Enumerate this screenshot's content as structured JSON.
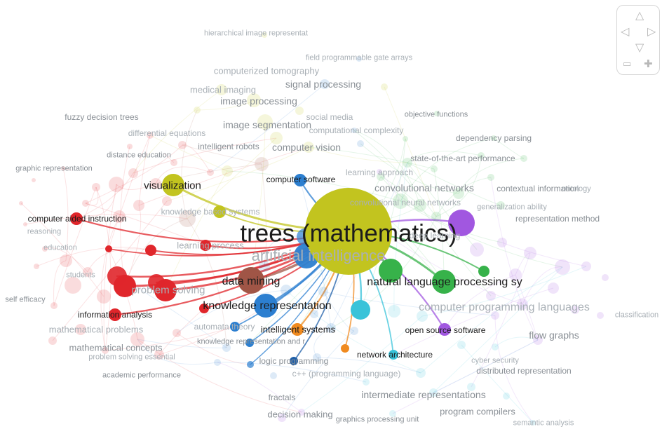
{
  "colors": {
    "red": "#e0262b",
    "yellow": "#c2c41f",
    "blue": "#2c7fd0",
    "green": "#37b24a",
    "cyan": "#39c3d9",
    "purple": "#a157e0",
    "brown": "#a05546",
    "orange": "#f08a1f",
    "navy": "#1f5fa8"
  },
  "network": {
    "labels": {
      "hierarchical": "hierarchical image representat",
      "fpga": "field programmable gate arrays",
      "ct": "computerized tomography",
      "signal": "signal processing",
      "medical": "medical imaging",
      "imageproc": "image processing",
      "fuzzy": "fuzzy decision trees",
      "objective": "objective functions",
      "socialmedia": "social media",
      "differential": "differential equations",
      "imageseg": "image segmentation",
      "complexity": "computational complexity",
      "dependency": "dependency parsing",
      "robots": "intelligent robots",
      "cv": "computer vision",
      "distance": "distance education",
      "sota": "state-of-the-art performance",
      "graphic": "graphic representation",
      "learningapproach": "learning approach",
      "compsoft": "computer software",
      "visualization": "visualization",
      "convnets": "convolutional networks",
      "contextual": "contextual information",
      "cnn": "convolutional neural networks",
      "genability": "generalization ability",
      "cai": "computer aided instruction",
      "trees": "trees (mathematics)",
      "reprmethod": "representation method",
      "learningprocess": "learning process",
      "ai": "artificial intelligence",
      "datamining": "data mining",
      "nlp": "natural language processing sy",
      "problemsolving": "problem solving",
      "selfefficacy": "self efficacy",
      "kr": "knowledge representation",
      "cpl": "computer programming languages",
      "infoanalysis": "information analysis",
      "intsys": "intelligent systems",
      "mathproblems": "mathematical problems",
      "oss": "open source software",
      "automata": "automata theory",
      "flowgraphs": "flow graphs",
      "kran": "knowledge representation and r",
      "mathconcepts": "mathematical concepts",
      "netarch": "network architecture",
      "problemsolving2": "problem solving essential",
      "logicprog": "logic programming",
      "cybersec": "cyber security",
      "distrep": "distributed representation",
      "cpp": "c++ (programming language)",
      "academic": "academic performance",
      "intermediate": "intermediate representations",
      "fractals": "fractals",
      "compilers": "program compilers",
      "decision": "decision making",
      "gpu": "graphics processing unit",
      "semantic": "semantic analysis",
      "knowledgebased": "knowledge based systems",
      "reasoning": "reasoning",
      "deeplearning": "deep learning",
      "ontology": "ontology",
      "classification": "classification",
      "education": "education",
      "students": "students"
    }
  },
  "navigation": {
    "up": "△",
    "left": "◁",
    "right": "▷",
    "down": "▽",
    "zoom_out": "▭",
    "zoom_in": "✚"
  }
}
